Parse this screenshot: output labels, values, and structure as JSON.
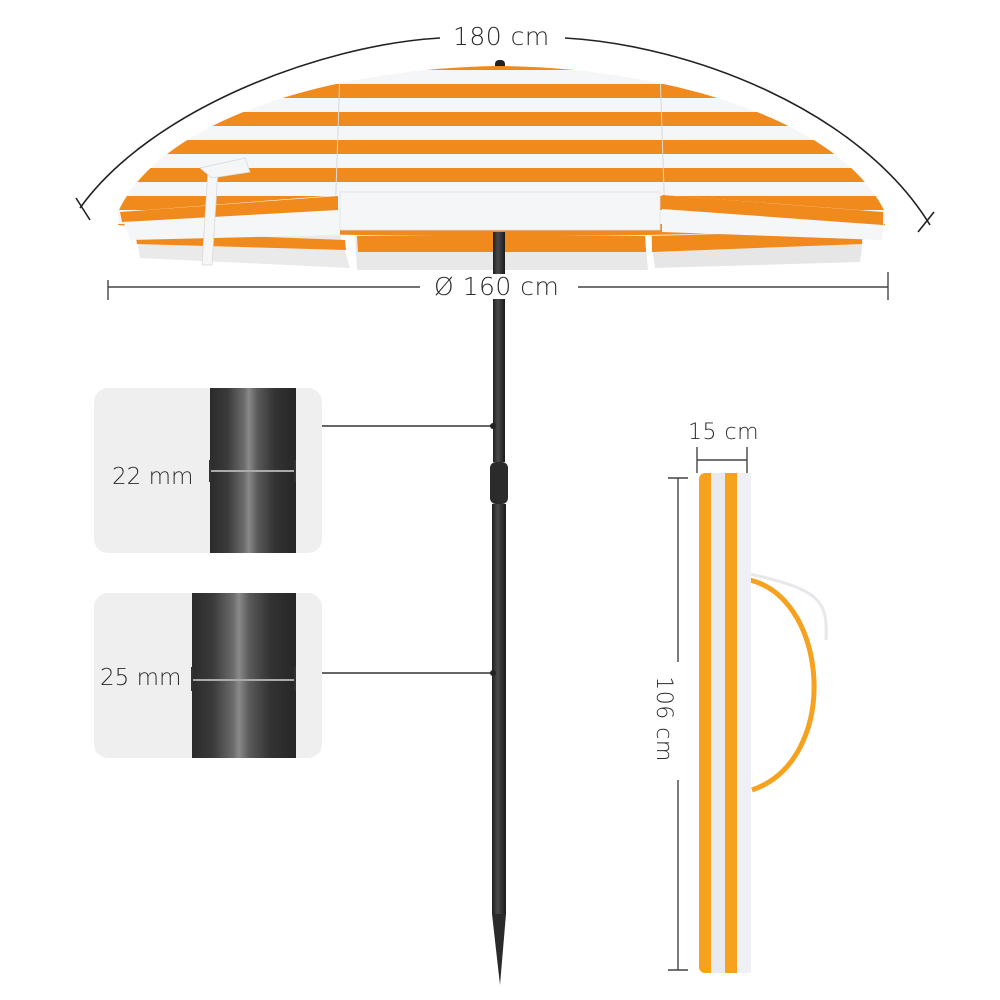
{
  "product": {
    "type": "beach umbrella",
    "stripe_colors": {
      "orange": "#f08a1c",
      "white": "#f4f6f8",
      "bag_orange": "#f7a21e",
      "pole": "#2e2e2e",
      "panel_bg": "#efefef"
    }
  },
  "dimensions": {
    "arc_length": "180 cm",
    "diameter": "Ø 160 cm",
    "pole_upper_diameter": "22 mm",
    "pole_lower_diameter": "25 mm",
    "bag_width": "15 cm",
    "bag_length": "106 cm"
  }
}
